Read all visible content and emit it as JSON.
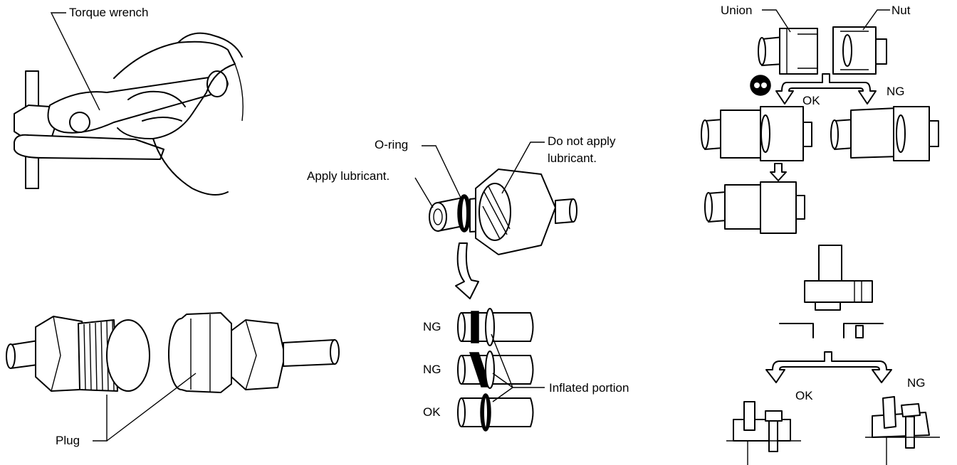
{
  "labels": {
    "torque_wrench": "Torque wrench",
    "plug": "Plug",
    "o_ring": "O-ring",
    "apply_lubricant": "Apply lubricant.",
    "do_not_apply_line1": "Do not apply",
    "do_not_apply_line2": "lubricant.",
    "ng_1": "NG",
    "ng_2": "NG",
    "ok_1": "OK",
    "inflated_portion": "Inflated portion",
    "union": "Union",
    "nut": "Nut",
    "ok_union": "OK",
    "ng_union": "NG",
    "ok_bolt": "OK",
    "ng_bolt": "NG"
  },
  "icons": {
    "good_mark": "good-mark-icon",
    "down_arrow": "down-arrow-icon",
    "branch_arrow": "branch-arrow-icon"
  },
  "colors": {
    "ink": "#000000",
    "paper": "#ffffff"
  }
}
